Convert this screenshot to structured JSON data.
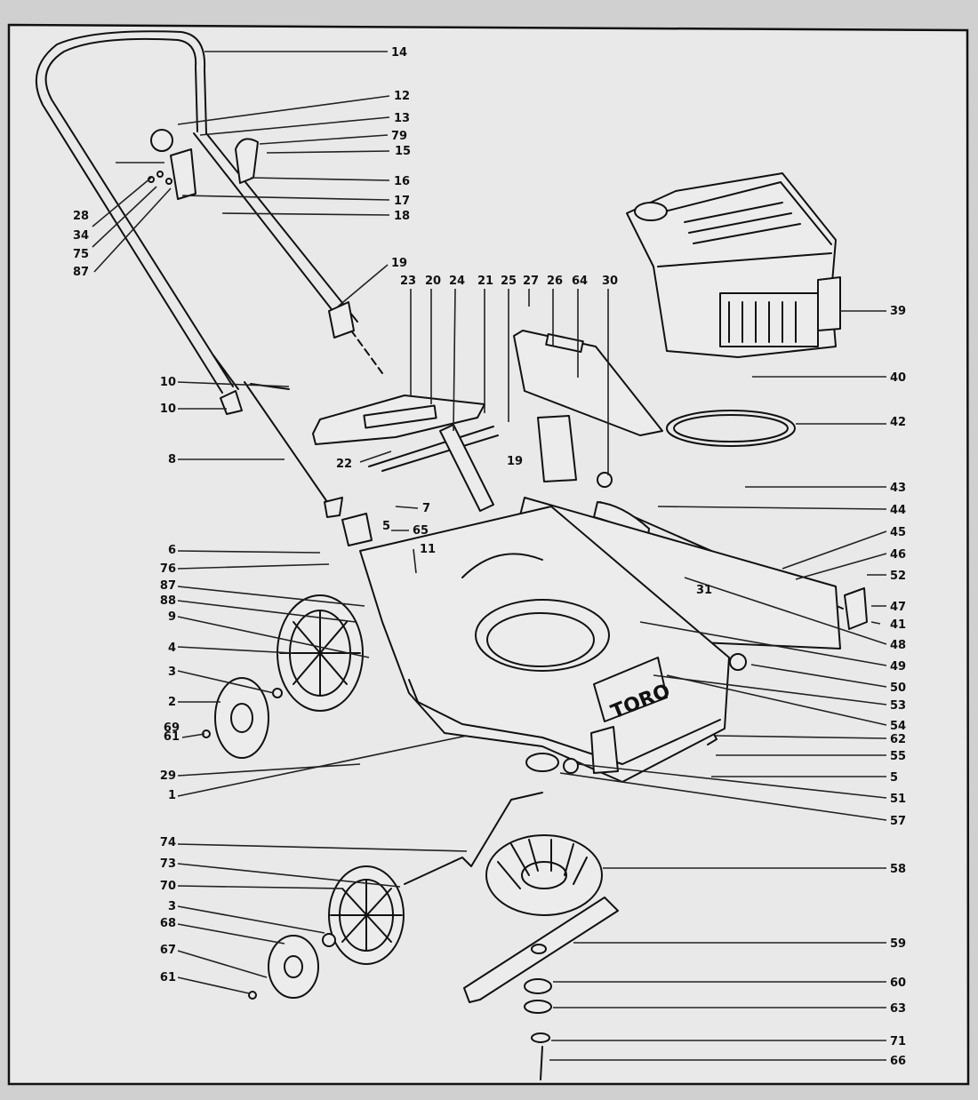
{
  "diagram": {
    "brand_label": "TORO",
    "callouts": [
      {
        "id": "c14",
        "label": "14"
      },
      {
        "id": "c12",
        "label": "12"
      },
      {
        "id": "c13",
        "label": "13"
      },
      {
        "id": "c79",
        "label": "79"
      },
      {
        "id": "c15",
        "label": "15"
      },
      {
        "id": "c16",
        "label": "16"
      },
      {
        "id": "c17",
        "label": "17"
      },
      {
        "id": "c18",
        "label": "18"
      },
      {
        "id": "c28",
        "label": "28"
      },
      {
        "id": "c34",
        "label": "34"
      },
      {
        "id": "c75",
        "label": "75"
      },
      {
        "id": "c87a",
        "label": "87"
      },
      {
        "id": "c19a",
        "label": "19"
      },
      {
        "id": "c23a",
        "label": "23"
      },
      {
        "id": "c20",
        "label": "20"
      },
      {
        "id": "c24",
        "label": "24"
      },
      {
        "id": "c21",
        "label": "21"
      },
      {
        "id": "c25",
        "label": "25"
      },
      {
        "id": "c27",
        "label": "27"
      },
      {
        "id": "c26",
        "label": "26"
      },
      {
        "id": "c64",
        "label": "64"
      },
      {
        "id": "c30",
        "label": "30"
      },
      {
        "id": "c39",
        "label": "39"
      },
      {
        "id": "c40",
        "label": "40"
      },
      {
        "id": "c42",
        "label": "42"
      },
      {
        "id": "c43",
        "label": "43"
      },
      {
        "id": "c44",
        "label": "44"
      },
      {
        "id": "c45",
        "label": "45"
      },
      {
        "id": "c46",
        "label": "46"
      },
      {
        "id": "c52",
        "label": "52"
      },
      {
        "id": "c47",
        "label": "47"
      },
      {
        "id": "c41",
        "label": "41"
      },
      {
        "id": "c31",
        "label": "31"
      },
      {
        "id": "c48",
        "label": "48"
      },
      {
        "id": "c49",
        "label": "49"
      },
      {
        "id": "c50",
        "label": "50"
      },
      {
        "id": "c53",
        "label": "53"
      },
      {
        "id": "c54",
        "label": "54"
      },
      {
        "id": "c62",
        "label": "62"
      },
      {
        "id": "c55",
        "label": "55"
      },
      {
        "id": "c5a",
        "label": "5"
      },
      {
        "id": "c51",
        "label": "51"
      },
      {
        "id": "c57",
        "label": "57"
      },
      {
        "id": "c58",
        "label": "58"
      },
      {
        "id": "c59",
        "label": "59"
      },
      {
        "id": "c60",
        "label": "60"
      },
      {
        "id": "c63",
        "label": "63"
      },
      {
        "id": "c71",
        "label": "71"
      },
      {
        "id": "c66",
        "label": "66"
      },
      {
        "id": "c10a",
        "label": "10"
      },
      {
        "id": "c10b",
        "label": "10"
      },
      {
        "id": "c8",
        "label": "8"
      },
      {
        "id": "c22",
        "label": "22"
      },
      {
        "id": "c19b",
        "label": "19"
      },
      {
        "id": "c7",
        "label": "7"
      },
      {
        "id": "c5b",
        "label": "5"
      },
      {
        "id": "c65",
        "label": "65"
      },
      {
        "id": "c11",
        "label": "11"
      },
      {
        "id": "c6",
        "label": "6"
      },
      {
        "id": "c76",
        "label": "76"
      },
      {
        "id": "c87b",
        "label": "87"
      },
      {
        "id": "c88",
        "label": "88"
      },
      {
        "id": "c9",
        "label": "9"
      },
      {
        "id": "c4",
        "label": "4"
      },
      {
        "id": "c3a",
        "label": "3"
      },
      {
        "id": "c2",
        "label": "2"
      },
      {
        "id": "c69",
        "label": "69"
      },
      {
        "id": "c61a",
        "label": "61"
      },
      {
        "id": "c29",
        "label": "29"
      },
      {
        "id": "c1",
        "label": "1"
      },
      {
        "id": "c74",
        "label": "74"
      },
      {
        "id": "c73",
        "label": "73"
      },
      {
        "id": "c70",
        "label": "70"
      },
      {
        "id": "c3b",
        "label": "3"
      },
      {
        "id": "c68",
        "label": "68"
      },
      {
        "id": "c67",
        "label": "67"
      },
      {
        "id": "c61b",
        "label": "61"
      }
    ]
  }
}
